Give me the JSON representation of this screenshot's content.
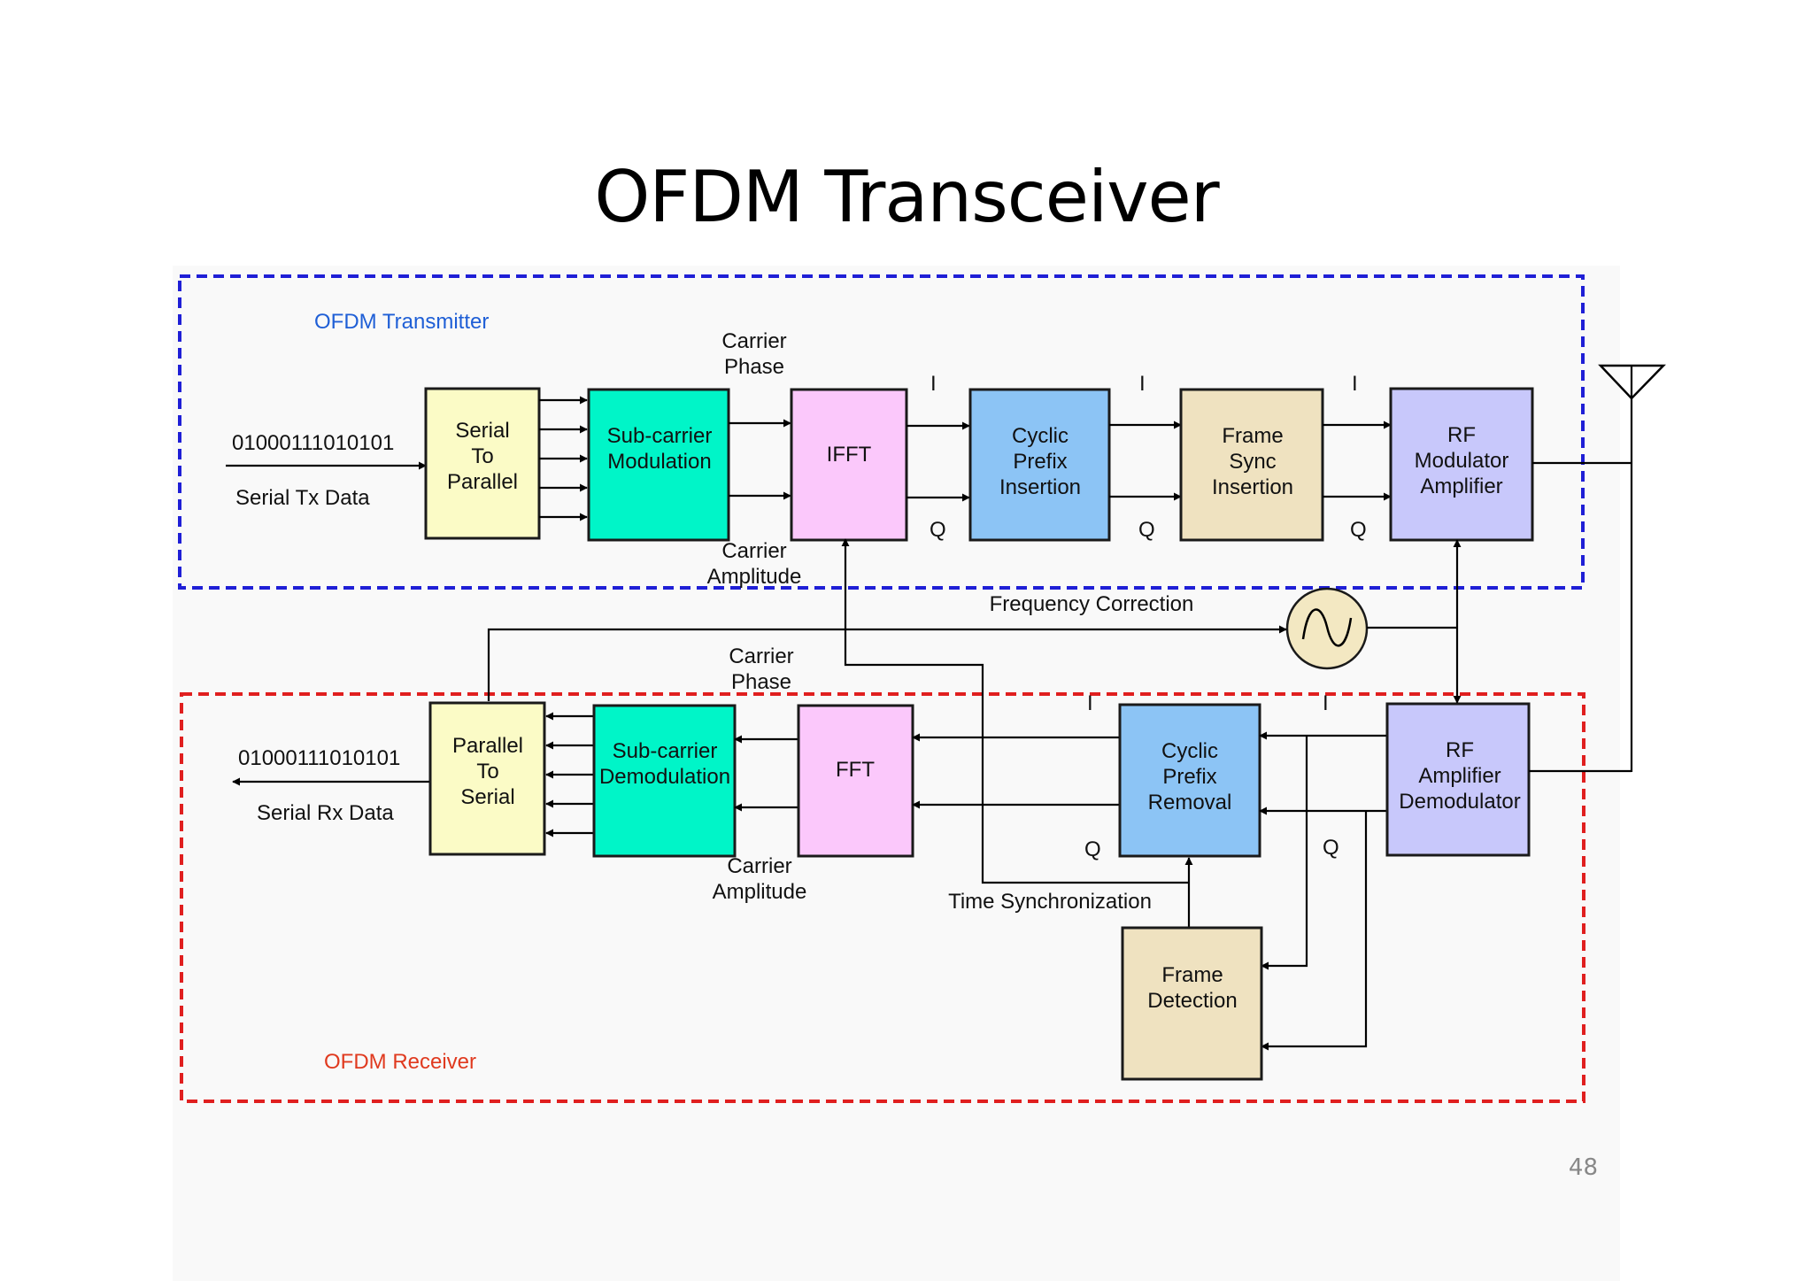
{
  "title": "OFDM Transceiver",
  "page_number": "48",
  "transmitter": {
    "section_label": "OFDM Transmitter",
    "input_bits": "01000111010101",
    "input_label": "Serial Tx Data",
    "blocks": {
      "serial_to_parallel": [
        "Serial",
        "To",
        "Parallel"
      ],
      "subcarrier_modulation": [
        "Sub-carrier",
        "Modulation"
      ],
      "ifft": [
        "IFFT"
      ],
      "cyclic_prefix_insertion": [
        "Cyclic",
        "Prefix",
        "Insertion"
      ],
      "frame_sync_insertion": [
        "Frame",
        "Sync",
        "Insertion"
      ],
      "rf_modulator_amplifier": [
        "RF",
        "Modulator",
        "Amplifier"
      ]
    },
    "carrier_phase": [
      "Carrier",
      "Phase"
    ],
    "carrier_amplitude": [
      "Carrier",
      "Amplitude"
    ],
    "i_label": "I",
    "q_label": "Q"
  },
  "receiver": {
    "section_label": "OFDM Receiver",
    "output_bits": "01000111010101",
    "output_label": "Serial Rx Data",
    "blocks": {
      "parallel_to_serial": [
        "Parallel",
        "To",
        "Serial"
      ],
      "subcarrier_demodulation": [
        "Sub-carrier",
        "Demodulation"
      ],
      "fft": [
        "FFT"
      ],
      "cyclic_prefix_removal": [
        "Cyclic",
        "Prefix",
        "Removal"
      ],
      "rf_amplifier_demodulator": [
        "RF",
        "Amplifier",
        "Demodulator"
      ],
      "frame_detection": [
        "Frame",
        "Detection"
      ]
    },
    "carrier_phase": [
      "Carrier",
      "Phase"
    ],
    "carrier_amplitude": [
      "Carrier",
      "Amplitude"
    ],
    "i_label": "I",
    "q_label": "Q"
  },
  "frequency_correction": "Frequency Correction",
  "time_synchronization": "Time Synchronization",
  "colors": {
    "transmitter_border": "#1f1fd6",
    "receiver_border": "#e01f1f",
    "transmitter_label": "#1f5fd6",
    "receiver_label": "#e03a1f",
    "serial_parallel": "#fbfbc6",
    "subcarrier": "#00f5c8",
    "fft": "#fbc8fb",
    "cyclic_prefix": "#8cc4f5",
    "frame": "#efe2c0",
    "rf": "#c8c8fb",
    "oscillator": "#f3e8c2"
  }
}
